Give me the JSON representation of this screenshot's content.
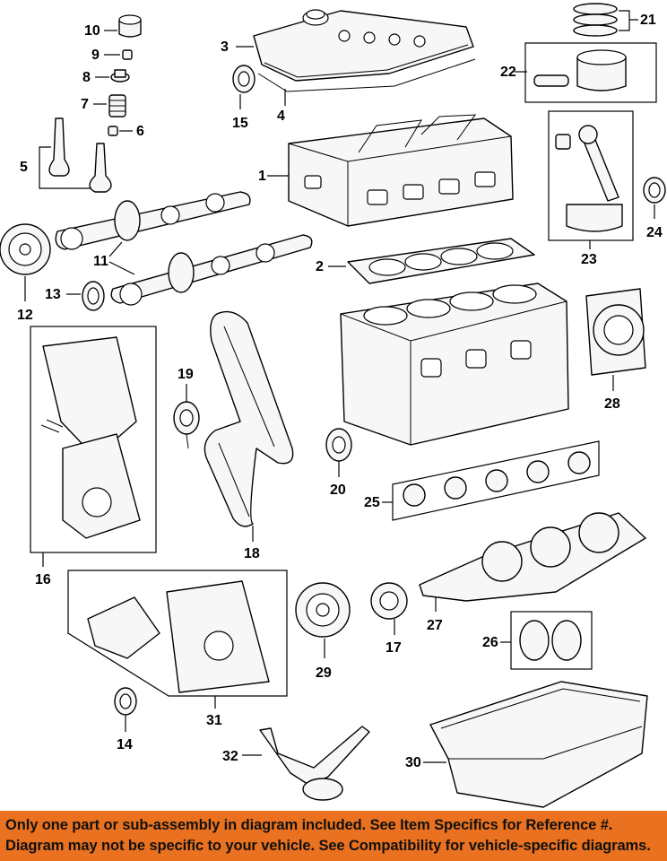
{
  "callouts": {
    "c1": "1",
    "c2": "2",
    "c3": "3",
    "c4": "4",
    "c5": "5",
    "c6": "6",
    "c7": "7",
    "c8": "8",
    "c9": "9",
    "c10": "10",
    "c11": "11",
    "c12": "12",
    "c13": "13",
    "c14": "14",
    "c15": "15",
    "c16": "16",
    "c17": "17",
    "c18": "18",
    "c19": "19",
    "c20": "20",
    "c21": "21",
    "c22": "22",
    "c23": "23",
    "c24": "24",
    "c25": "25",
    "c26": "26",
    "c27": "27",
    "c28": "28",
    "c29": "29",
    "c30": "30",
    "c31": "31",
    "c32": "32"
  },
  "banner": {
    "line1": "Only one part or sub-assembly in diagram included. See Item Specifics for Reference #.",
    "line2": "Diagram may not be specific to your vehicle. See Compatibility for vehicle-specific diagrams.",
    "color": "#e9711f"
  }
}
